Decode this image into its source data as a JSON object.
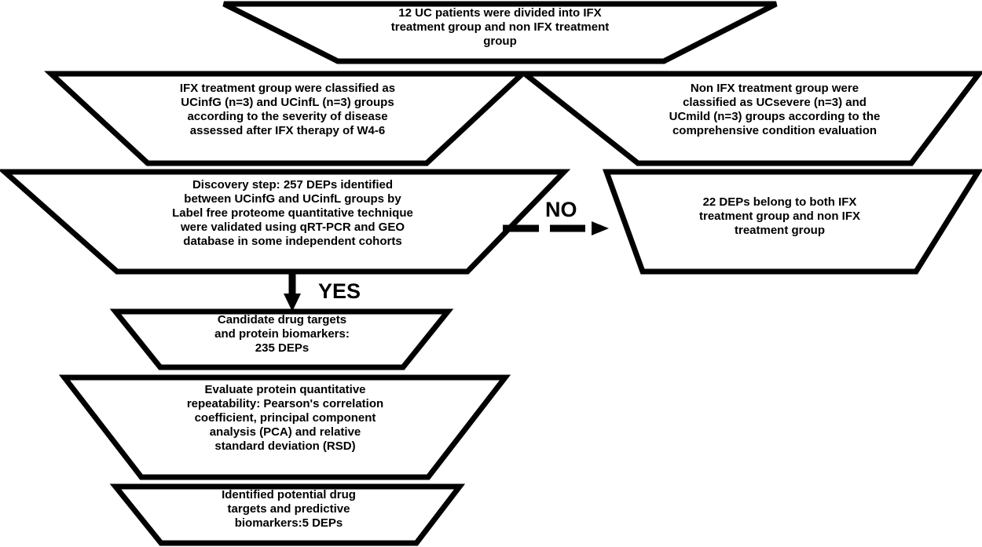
{
  "diagram": {
    "title": "UC proteomics study flowchart",
    "style": {
      "shape": "trapezoid",
      "stroke_color": "#000000",
      "fill_color": "#ffffff",
      "text_color": "#000000"
    },
    "nodes": [
      {
        "id": "node-cohort",
        "name": "patient-cohort-box",
        "text": "12 UC patients were divided into IFX\ntreatment group and non IFX treatment\ngroup",
        "font_size": 15
      },
      {
        "id": "node-ifx-group",
        "name": "ifx-treatment-group-box",
        "text": "IFX treatment group were classified as\nUCinfG (n=3) and UCinfL (n=3) groups\naccording to the severity of disease\nassessed after IFX therapy of W4-6",
        "font_size": 15
      },
      {
        "id": "node-non-ifx-group",
        "name": "non-ifx-treatment-group-box",
        "text": "Non IFX treatment group were\nclassified as UCsevere (n=3) and\nUCmild (n=3) groups according to the\ncomprehensive condition evaluation",
        "font_size": 15
      },
      {
        "id": "node-discovery",
        "name": "discovery-step-box",
        "text": "Discovery step: 257 DEPs identified\nbetween UCinfG and UCinfL groups by\nLabel free proteome quantitative technique\nwere validated using qRT-PCR and GEO\ndatabase in some independent cohorts",
        "font_size": 15
      },
      {
        "id": "node-overlap",
        "name": "overlapping-deps-box",
        "text": "22 DEPs belong to both IFX\ntreatment group and non IFX\ntreatment group",
        "font_size": 15
      },
      {
        "id": "node-candidate",
        "name": "candidate-drug-targets-box",
        "text": "Candidate drug targets\nand protein biomarkers:\n235 DEPs",
        "font_size": 15
      },
      {
        "id": "node-evaluate",
        "name": "evaluate-repeatability-box",
        "text": "Evaluate protein quantitative\nrepeatability: Pearson's correlation\ncoefficient, principal component\nanalysis (PCA) and relative\nstandard deviation  (RSD)",
        "font_size": 15
      },
      {
        "id": "node-identified",
        "name": "identified-targets-box",
        "text": "Identified potential drug\ntargets and predictive\nbiomarkers:5 DEPs",
        "font_size": 15
      }
    ],
    "edges": [
      {
        "id": "edge-yes",
        "name": "yes-arrow",
        "label": "YES",
        "style": "solid",
        "direction": "down",
        "from": "node-discovery",
        "to": "node-candidate",
        "label_font_size": 26
      },
      {
        "id": "edge-no",
        "name": "no-arrow",
        "label": "NO",
        "style": "dashed",
        "direction": "right",
        "from": "node-discovery",
        "to": "node-overlap",
        "label_font_size": 26
      }
    ]
  }
}
